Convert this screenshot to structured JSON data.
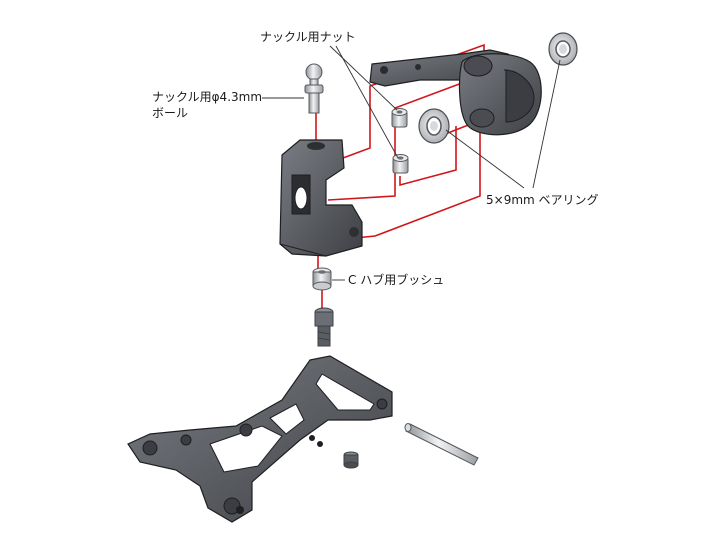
{
  "labels": {
    "knuckle_nut": "ナックル用ナット",
    "knuckle_ball_line1": "ナックル用φ4.3mm",
    "knuckle_ball_line2": "ボール",
    "bearing": "5×9mm ベアリング",
    "c_hub_bushing": "C ハブ用ブッシュ"
  },
  "colors": {
    "part_dark": "#55585e",
    "part_mid": "#6b6e74",
    "part_light": "#8a8d93",
    "outline": "#1e1f22",
    "guide_red": "#d0161b",
    "leader": "#333333",
    "metal": "#c9cbce"
  }
}
